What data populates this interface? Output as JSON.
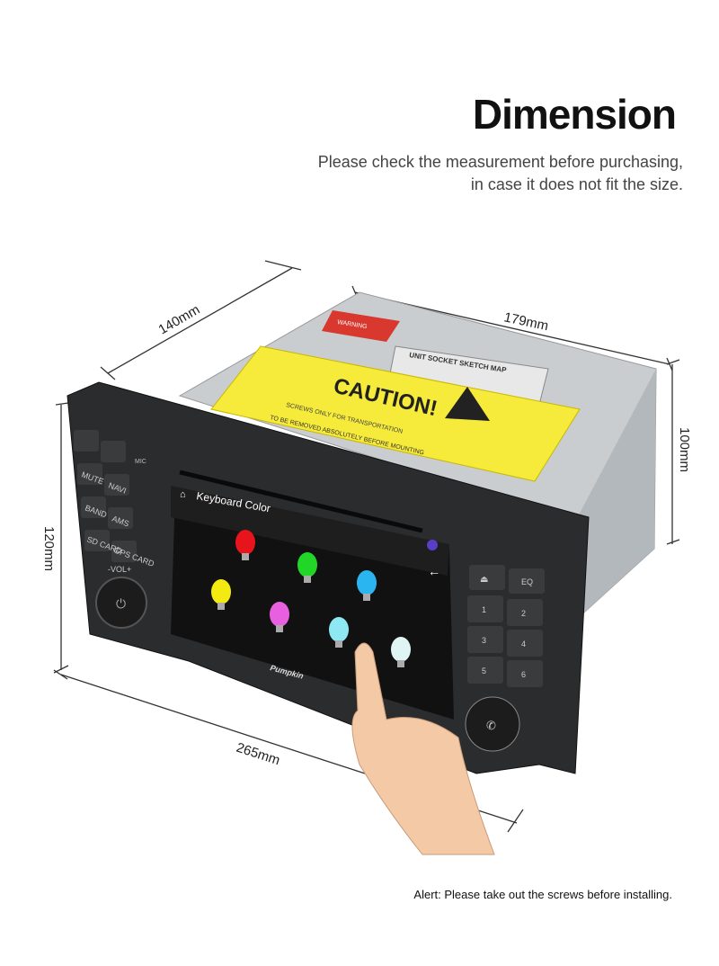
{
  "header": {
    "title": "Dimension",
    "subtitle_line1": "Please check the measurement before purchasing,",
    "subtitle_line2": "in case it does not fit the size."
  },
  "dimensions": {
    "depth": "140mm",
    "back_width": "179mm",
    "back_height": "100mm",
    "front_height": "120mm",
    "front_width": "265mm"
  },
  "sticker": {
    "warning": "WARNING",
    "map": "UNIT SOCKET SKETCH MAP",
    "caution": "CAUTION!",
    "line1": "SCREWS ONLY FOR TRANSPORTATION",
    "line2": "TO BE REMOVED ABSOLUTELY BEFORE MOUNTING"
  },
  "device": {
    "mic": "MIC",
    "brand": "Pumpkin",
    "left_buttons": [
      "MUTE",
      "NAVI",
      "BAND",
      "AMS",
      "SD CARD",
      "GPS CARD"
    ],
    "vol": "-VOL+",
    "right_buttons": [
      "EQ",
      "1",
      "2",
      "3",
      "4",
      "5",
      "6"
    ],
    "screen_title": "Keyboard Color",
    "bulb_colors": [
      "#e8141c",
      "#22d628",
      "#2ab4f0",
      "#f2ea10",
      "#e860e0",
      "#8ee8f4",
      "#e0f4f4"
    ]
  },
  "footer": {
    "alert": "Alert: Please take out the screws before installing."
  }
}
